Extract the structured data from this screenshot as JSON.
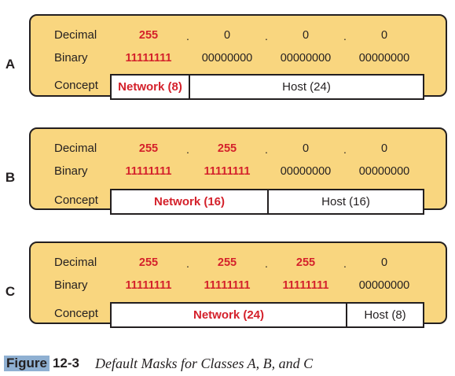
{
  "labels": {
    "decimal": "Decimal",
    "binary": "Binary",
    "concept": "Concept",
    "dot": "."
  },
  "classes": [
    {
      "letter": "A",
      "decimal": [
        "255",
        "0",
        "0",
        "0"
      ],
      "binary": [
        "11111111",
        "00000000",
        "00000000",
        "00000000"
      ],
      "network_label": "Network (8)",
      "host_label": "Host (24)",
      "network_octets": 1
    },
    {
      "letter": "B",
      "decimal": [
        "255",
        "255",
        "0",
        "0"
      ],
      "binary": [
        "11111111",
        "11111111",
        "00000000",
        "00000000"
      ],
      "network_label": "Network (16)",
      "host_label": "Host (16)",
      "network_octets": 2
    },
    {
      "letter": "C",
      "decimal": [
        "255",
        "255",
        "255",
        "0"
      ],
      "binary": [
        "11111111",
        "11111111",
        "11111111",
        "00000000"
      ],
      "network_label": "Network (24)",
      "host_label": "Host (8)",
      "network_octets": 3
    }
  ],
  "caption": {
    "figure_word": "Figure",
    "figure_number": "12-3",
    "title": "Default Masks for Classes A, B, and C"
  },
  "colors": {
    "panel_fill": "#f9d67f",
    "network_text": "#d4212b",
    "caption_highlight": "#8fb0d2"
  }
}
